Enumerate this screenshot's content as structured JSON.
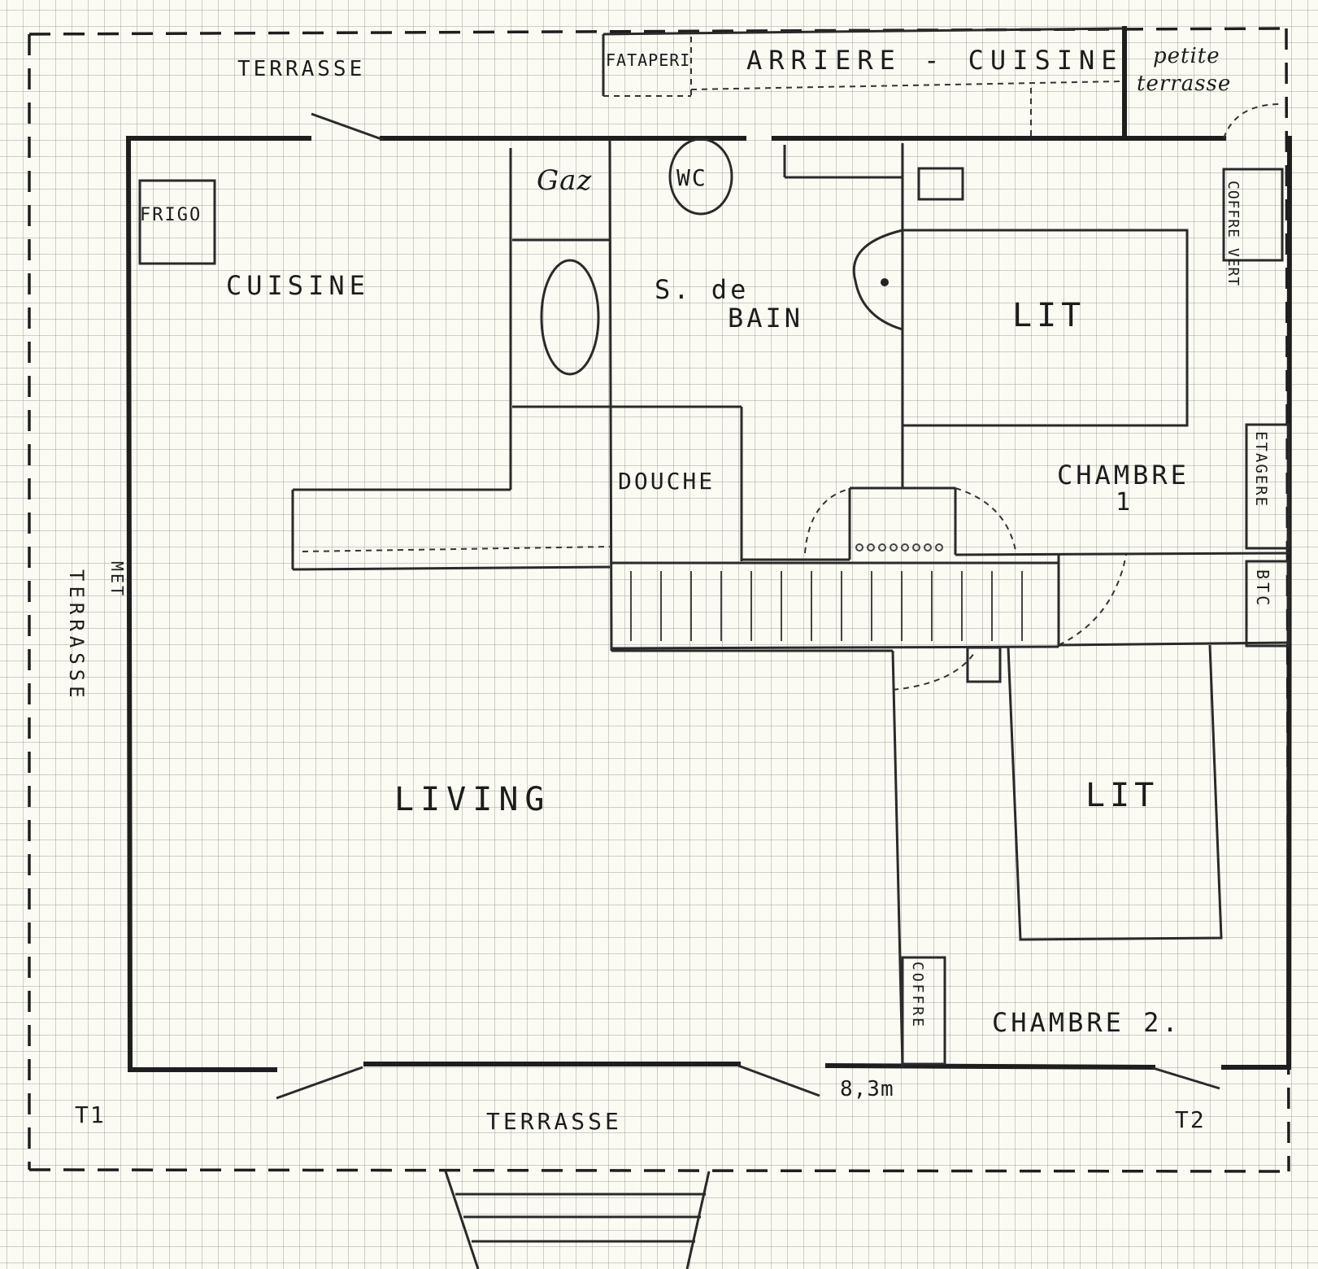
{
  "labels": {
    "terrasse_top": "TERRASSE",
    "fataperi": "FATAPERI",
    "arriere_cuisine": "ARRIERE - CUISINE",
    "petite": "petite",
    "terrasse_small": "terrasse",
    "frigo": "FRIGO",
    "cuisine": "CUISINE",
    "gaz": "Gaz",
    "wc": "WC",
    "s_de": "S. de",
    "bain": "BAIN",
    "lit_1": "LIT",
    "coffre_vert": "COFFRE VERT",
    "douche": "DOUCHE",
    "chambre_1": "CHAMBRE",
    "chambre_1_number": "1",
    "etagere": "ETAGERE",
    "btc": "BTC",
    "met": "MET",
    "terrasse_left": "TERRASSE",
    "living": "LIVING",
    "lit_2": "LIT",
    "coffre": "COFFRE",
    "chambre_2": "CHAMBRE 2.",
    "dimension": "8,3m",
    "t1": "T1",
    "terrasse_bottom": "TERRASSE",
    "t2": "T2"
  }
}
